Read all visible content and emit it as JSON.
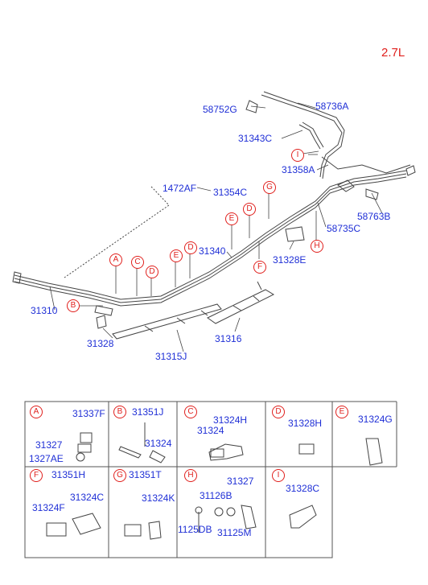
{
  "engine": "2.7L",
  "main_labels": {
    "p58752g": "58752G",
    "p58736a": "58736A",
    "p31343c": "31343C",
    "p31358a": "31358A",
    "p1472af": "1472AF",
    "p31354c": "31354C",
    "p58763b": "58763B",
    "p58735c": "58735C",
    "p31340": "31340",
    "p31328e": "31328E",
    "p31310": "31310",
    "p31328": "31328",
    "p31315j": "31315J",
    "p31316": "31316"
  },
  "main_badges": {
    "i": "I",
    "g": "G",
    "d1": "D",
    "e1": "E",
    "h": "H",
    "f": "F",
    "a": "A",
    "c": "C",
    "d2": "D",
    "e2": "E",
    "b": "B"
  },
  "detail_grid": {
    "A": {
      "letter": "A",
      "parts": [
        "31337F",
        "31327",
        "1327AE"
      ]
    },
    "B": {
      "letter": "B",
      "parts": [
        "31351J",
        "31324"
      ]
    },
    "C": {
      "letter": "C",
      "parts": [
        "31324H",
        "31324"
      ]
    },
    "D": {
      "letter": "D",
      "parts": [
        "31328H"
      ]
    },
    "E": {
      "letter": "E",
      "parts": [
        "31324G"
      ]
    },
    "F": {
      "letter": "F",
      "parts": [
        "31351H",
        "31324F",
        "31324C"
      ]
    },
    "G": {
      "letter": "G",
      "parts": [
        "31351T",
        "31324K"
      ]
    },
    "H": {
      "letter": "H",
      "parts": [
        "31327",
        "31126B",
        "1125DB",
        "31125M"
      ]
    },
    "I": {
      "letter": "I",
      "parts": [
        "31328C"
      ]
    }
  }
}
